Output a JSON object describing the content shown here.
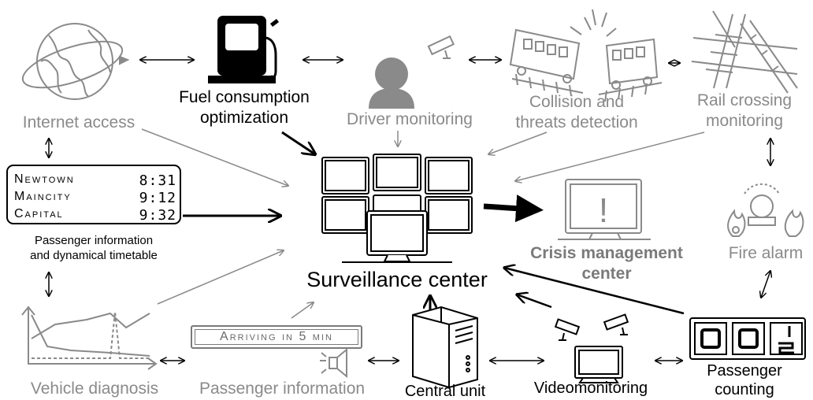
{
  "center": {
    "label": "Surveillance center"
  },
  "crisis": {
    "label_line1": "Crisis management",
    "label_line2": "center"
  },
  "nodes": {
    "internet": "Internet access",
    "fuel_line1": "Fuel consumption",
    "fuel_line2": "optimization",
    "driver": "Driver monitoring",
    "collision_line1": "Collision and",
    "collision_line2": "threats detection",
    "rail_line1": "Rail crossing",
    "rail_line2": "monitoring",
    "passenger_info_line1": "Passenger information",
    "passenger_info_line2": "and dynamical timetable",
    "fire": "Fire alarm",
    "vehicle": "Vehicle diagnosis",
    "passenger_info_bottom": "Passenger information",
    "central_unit": "Central unit",
    "video": "Videomonitoring",
    "counting_line1": "Passenger",
    "counting_line2": "counting"
  },
  "timetable": [
    {
      "city": "Newtown",
      "time": "8:31"
    },
    {
      "city": "Maincity",
      "time": "9:12"
    },
    {
      "city": "Capital",
      "time": "9:32"
    }
  ],
  "arriving_sign": "Arriving in 5 min",
  "counter_digits": [
    "0",
    "0",
    "2"
  ],
  "colors": {
    "dark": "#000000",
    "gray": "#8a8a8a",
    "light_gray": "#b0b0b0"
  }
}
